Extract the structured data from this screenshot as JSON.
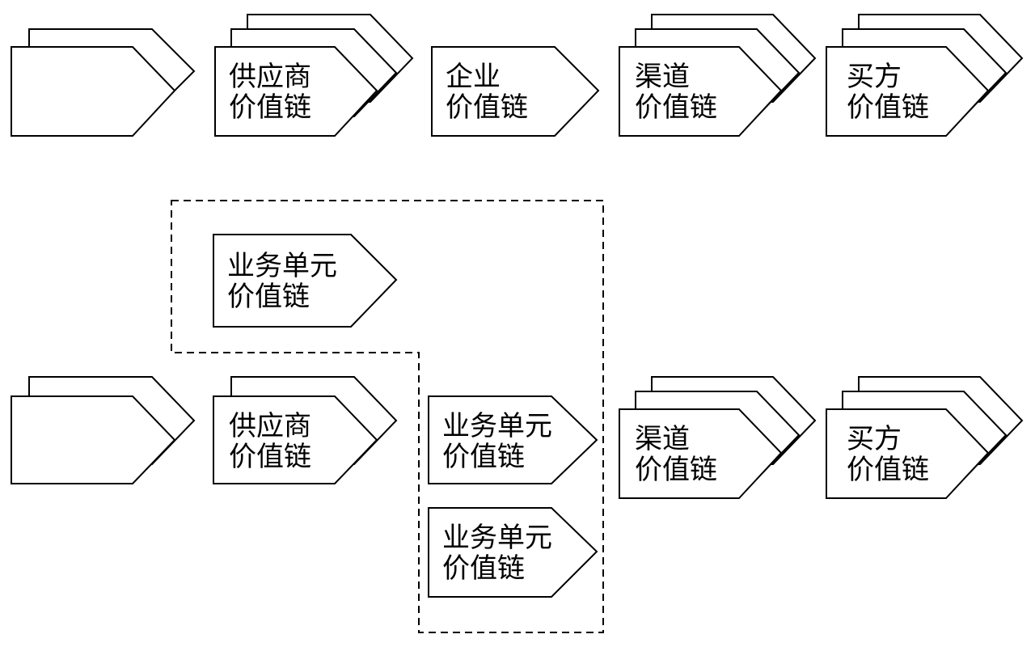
{
  "diagram": {
    "top_row": {
      "upstream": {
        "line1": "",
        "line2": ""
      },
      "supplier": {
        "line1": "供应商",
        "line2": "价值链"
      },
      "enterprise": {
        "line1": "企业",
        "line2": "价值链"
      },
      "channel": {
        "line1": "渠道",
        "line2": "价值链"
      },
      "buyer": {
        "line1": "买方",
        "line2": "价值链"
      }
    },
    "bottom_row": {
      "upstream": {
        "line1": "",
        "line2": ""
      },
      "supplier": {
        "line1": "供应商",
        "line2": "价值链"
      },
      "business_unit_1": {
        "line1": "业务单元",
        "line2": "价值链"
      },
      "business_unit_2": {
        "line1": "业务单元",
        "line2": "价值链"
      },
      "business_unit_3": {
        "line1": "业务单元",
        "line2": "价值链"
      },
      "channel": {
        "line1": "渠道",
        "line2": "价值链"
      },
      "buyer": {
        "line1": "买方",
        "line2": "价值链"
      }
    }
  }
}
